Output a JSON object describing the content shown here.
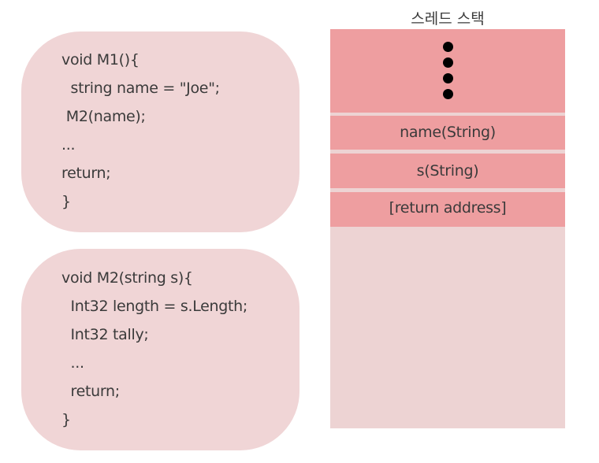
{
  "m1_code": {
    "lines": [
      "void M1(){",
      "  string name = \"Joe\";",
      " M2(name);",
      "...",
      "return;",
      "}"
    ]
  },
  "m2_code": {
    "lines": [
      "void M2(string s){",
      "  Int32 length = s.Length;",
      "  Int32 tally;",
      "  ...",
      "  return;",
      "}"
    ]
  },
  "thread_stack": {
    "title": "스레드 스택",
    "frames": [
      "name(String)",
      "s(String)",
      "[return address]"
    ]
  },
  "colors": {
    "code_box": "#f0d5d6",
    "stack_background": "#edd3d3",
    "stack_frame": "#ee9ea0",
    "text": "#3a3a3a"
  }
}
